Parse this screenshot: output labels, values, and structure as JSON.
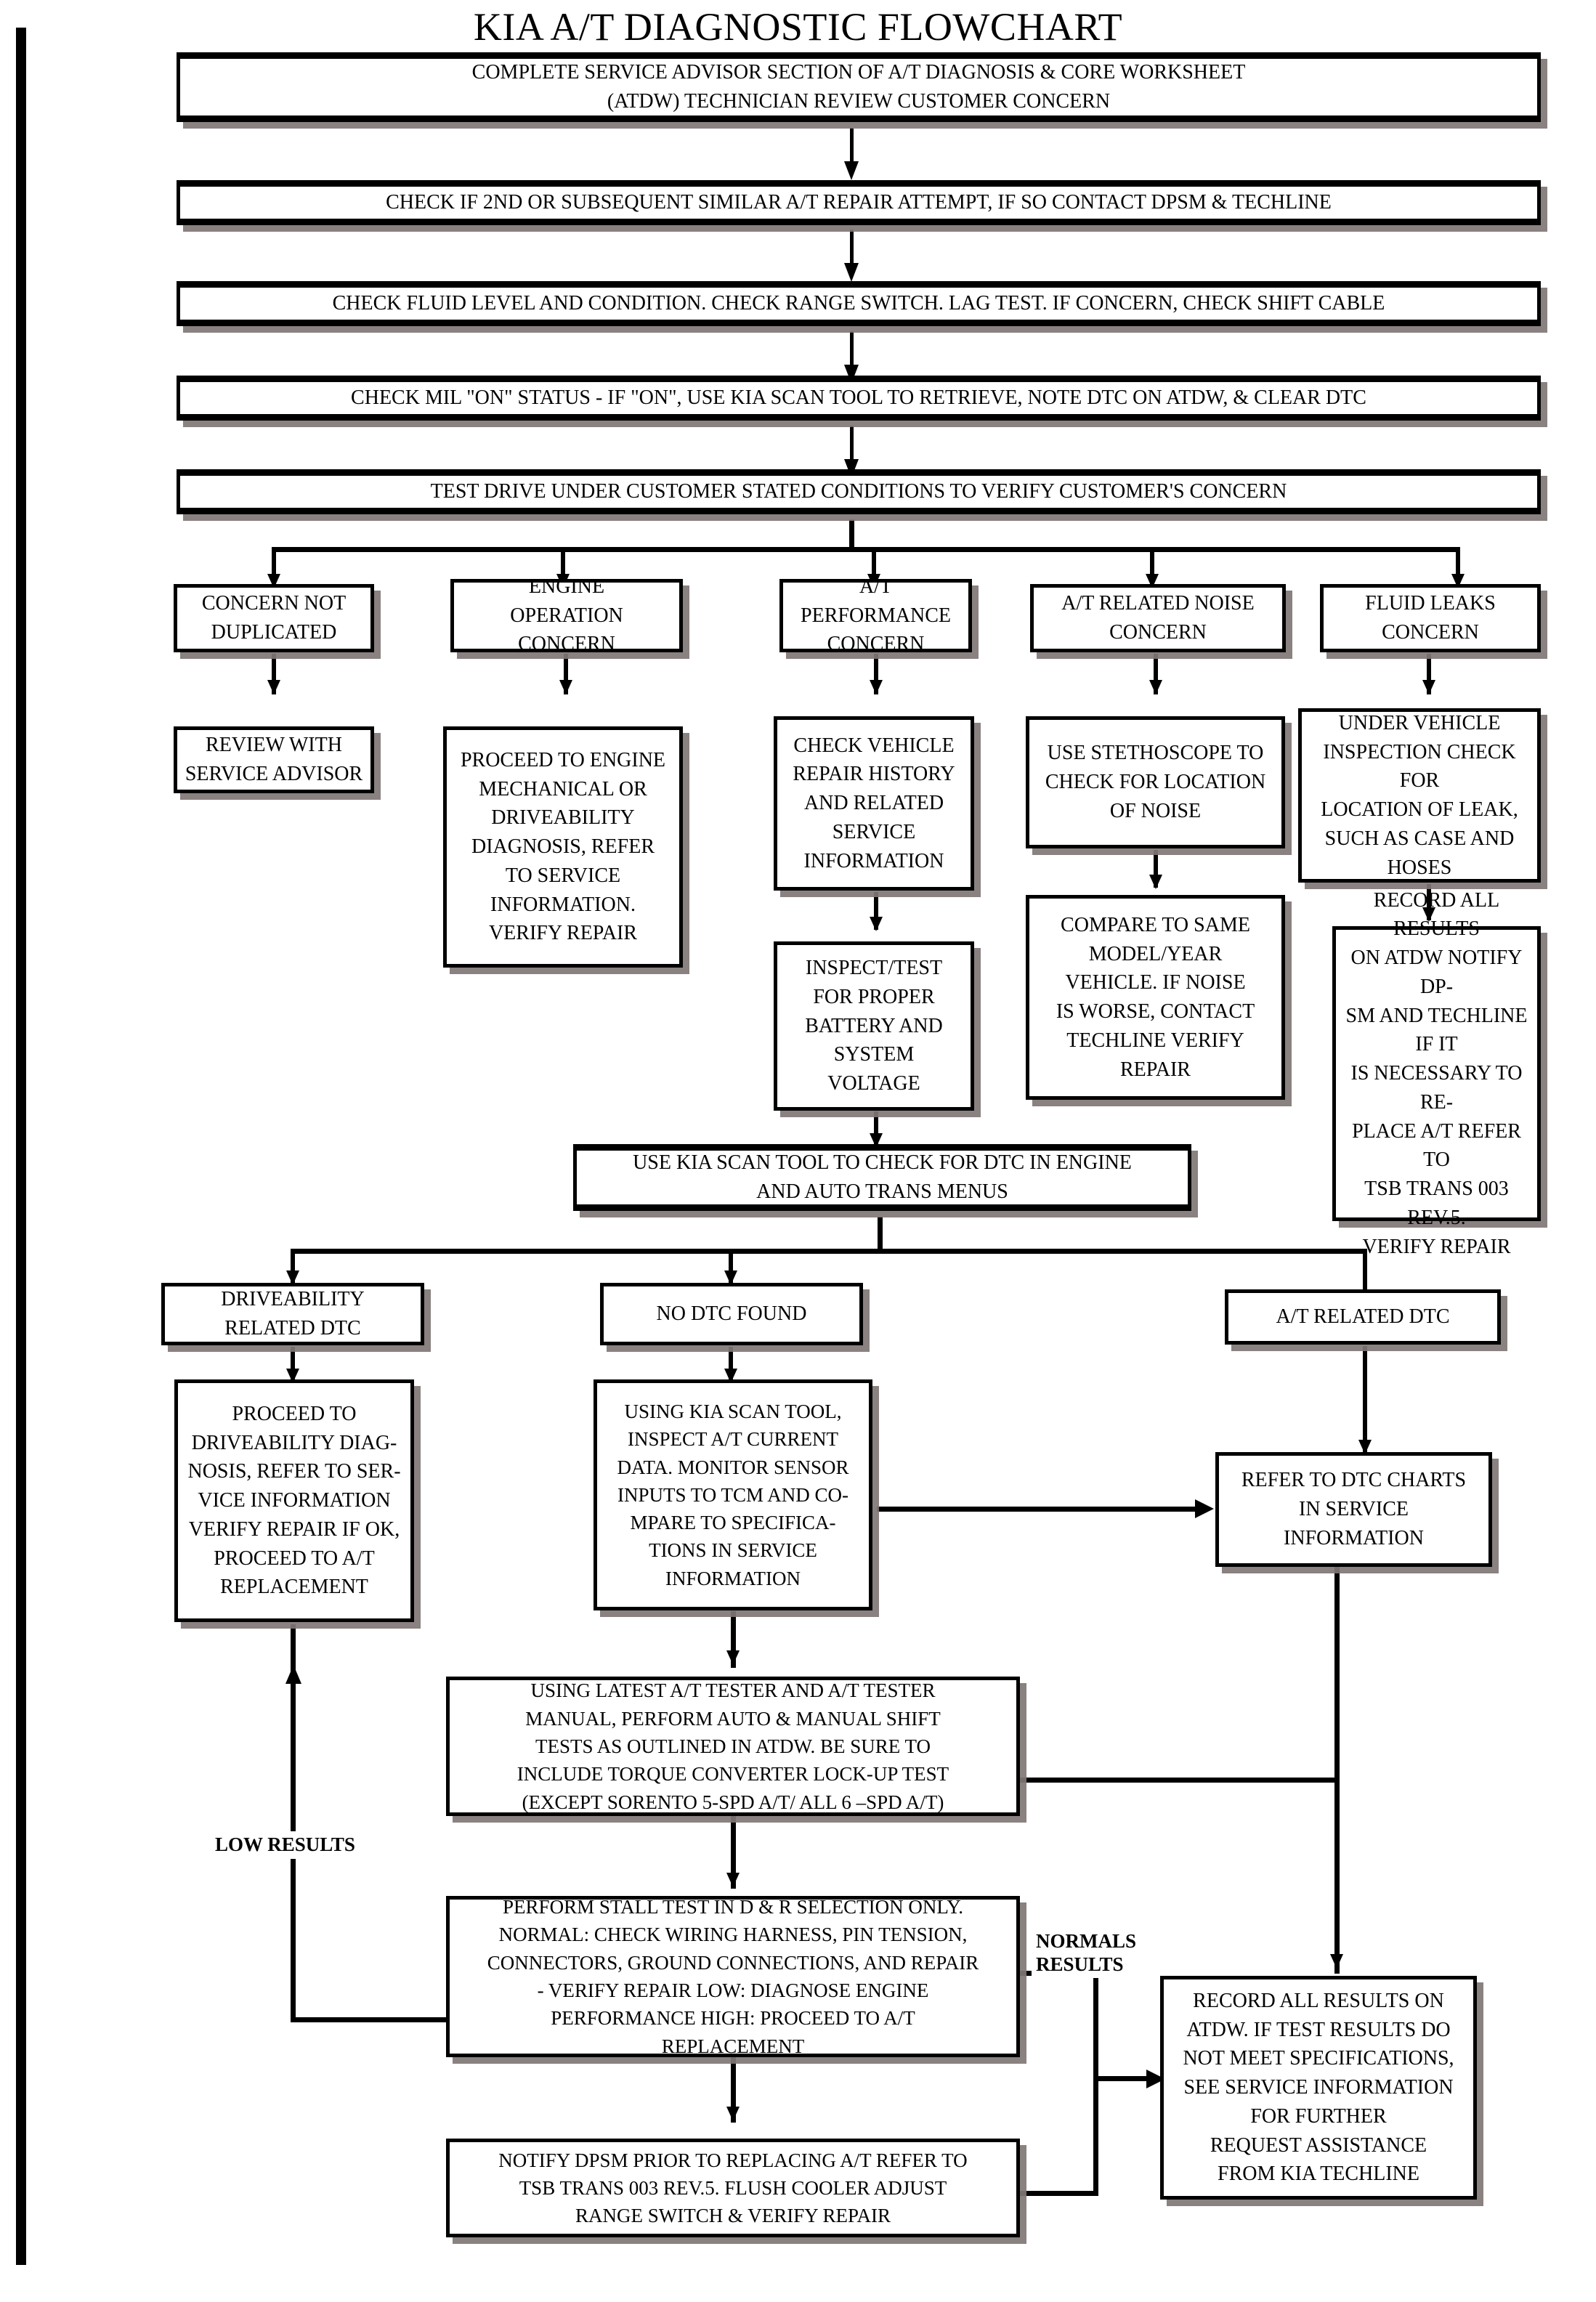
{
  "title": "KIA A/T DIAGNOSTIC FLOWCHART",
  "colors": {
    "ink": "#000000",
    "paper": "#ffffff",
    "box_shadow": "#807676"
  },
  "chart_data": {
    "type": "diagram",
    "diagram_kind": "flowchart",
    "title": "KIA A/T DIAGNOSTIC FLOWCHART",
    "nodes": [
      {
        "id": "n1",
        "label": "COMPLETE SERVICE ADVISOR SECTION OF A/T DIAGNOSIS & CORE WORKSHEET\n(ATDW) TECHNICIAN REVIEW CUSTOMER CONCERN"
      },
      {
        "id": "n2",
        "label": "CHECK IF 2ND OR SUBSEQUENT SIMILAR A/T REPAIR ATTEMPT, IF SO CONTACT DPSM & TECHLINE"
      },
      {
        "id": "n3",
        "label": "CHECK FLUID LEVEL AND CONDITION. CHECK RANGE SWITCH. LAG TEST. IF CONCERN, CHECK SHIFT CABLE"
      },
      {
        "id": "n4",
        "label": "CHECK MIL \"ON\" STATUS - IF \"ON\", USE KIA SCAN TOOL TO RETRIEVE, NOTE DTC ON ATDW, & CLEAR DTC"
      },
      {
        "id": "n5",
        "label": "TEST DRIVE UNDER CUSTOMER STATED CONDITIONS TO VERIFY CUSTOMER'S CONCERN"
      },
      {
        "id": "b1",
        "label": "CONCERN NOT\nDUPLICATED"
      },
      {
        "id": "b2",
        "label": "ENGINE\nOPERATION\nCONCERN"
      },
      {
        "id": "b3",
        "label": "A/T\nPERFORMANCE\nCONCERN"
      },
      {
        "id": "b4",
        "label": "A/T RELATED NOISE\nCONCERN"
      },
      {
        "id": "b5",
        "label": "FLUID LEAKS\nCONCERN"
      },
      {
        "id": "c1",
        "label": "REVIEW WITH\nSERVICE ADVISOR"
      },
      {
        "id": "c2",
        "label": "PROCEED TO ENGINE\nMECHANICAL OR\nDRIVEABILITY\nDIAGNOSIS, REFER\nTO SERVICE\nINFORMATION.\nVERIFY REPAIR"
      },
      {
        "id": "c3",
        "label": "CHECK VEHICLE\nREPAIR HISTORY\nAND RELATED\nSERVICE\nINFORMATION"
      },
      {
        "id": "c4",
        "label": "USE STETHOSCOPE TO\nCHECK FOR LOCATION\nOF NOISE"
      },
      {
        "id": "c5",
        "label": "UNDER VEHICLE\nINSPECTION CHECK FOR\nLOCATION OF LEAK,\nSUCH AS CASE AND\nHOSES"
      },
      {
        "id": "d3",
        "label": "INSPECT/TEST\nFOR PROPER\nBATTERY AND\nSYSTEM\nVOLTAGE"
      },
      {
        "id": "d4",
        "label": "COMPARE TO SAME\nMODEL/YEAR\nVEHICLE. IF NOISE\nIS WORSE, CONTACT\nTECHLINE VERIFY\nREPAIR"
      },
      {
        "id": "d5",
        "label": "RECORD ALL RESULTS\nON ATDW NOTIFY DP-\nSM AND TECHLINE IF IT\nIS NECESSARY TO RE-\nPLACE A/T REFER TO\nTSB TRANS 003 REV.5.\nVERIFY REPAIR"
      },
      {
        "id": "e1",
        "label": "USE KIA SCAN TOOL TO CHECK FOR DTC IN ENGINE\nAND AUTO TRANS MENUS"
      },
      {
        "id": "f1",
        "label": "DRIVEABILITY\nRELATED DTC"
      },
      {
        "id": "f2",
        "label": "NO DTC FOUND"
      },
      {
        "id": "f3",
        "label": "A/T RELATED DTC"
      },
      {
        "id": "g1",
        "label": "PROCEED TO\nDRIVEABILITY DIAG-\nNOSIS, REFER TO SER-\nVICE INFORMATION\nVERIFY REPAIR IF OK,\nPROCEED TO A/T\nREPLACEMENT"
      },
      {
        "id": "g2",
        "label": "USING KIA SCAN TOOL,\nINSPECT A/T CURRENT\nDATA. MONITOR SENSOR\nINPUTS TO TCM AND CO-\nMPARE TO SPECIFICA-\nTIONS IN SERVICE\nINFORMATION"
      },
      {
        "id": "g3",
        "label": "REFER TO DTC CHARTS\nIN SERVICE\nINFORMATION"
      },
      {
        "id": "h1",
        "label": "USING LATEST A/T TESTER AND A/T TESTER\nMANUAL, PERFORM AUTO & MANUAL SHIFT\nTESTS AS OUTLINED IN ATDW. BE SURE TO\nINCLUDE TORQUE CONVERTER LOCK-UP TEST\n(EXCEPT SORENTO 5-SPD A/T/ ALL 6 –SPD A/T)"
      },
      {
        "id": "h2",
        "label": "PERFORM STALL TEST IN D & R SELECTION ONLY.\nNORMAL: CHECK WIRING HARNESS, PIN TENSION,\nCONNECTORS, GROUND CONNECTIONS, AND REPAIR\n- VERIFY REPAIR LOW: DIAGNOSE ENGINE\nPERFORMANCE HIGH: PROCEED TO A/T\nREPLACEMENT"
      },
      {
        "id": "h3",
        "label": "NOTIFY DPSM PRIOR TO REPLACING A/T REFER TO\nTSB TRANS 003 REV.5. FLUSH COOLER ADJUST\nRANGE SWITCH & VERIFY REPAIR"
      },
      {
        "id": "h4",
        "label": "RECORD ALL RESULTS ON\nATDW. IF TEST RESULTS DO\nNOT MEET SPECIFICATIONS,\nSEE SERVICE INFORMATION\nFOR FURTHER\nREQUEST ASSISTANCE\nFROM KIA TECHLINE"
      }
    ],
    "edge_labels": [
      {
        "id": "lbl_low",
        "text": "LOW RESULTS"
      },
      {
        "id": "lbl_normal",
        "text": "NORMALS\nRESULTS"
      }
    ],
    "edges": [
      {
        "from": "n1",
        "to": "n2"
      },
      {
        "from": "n2",
        "to": "n3"
      },
      {
        "from": "n3",
        "to": "n4"
      },
      {
        "from": "n4",
        "to": "n5"
      },
      {
        "from": "n5",
        "to": "b1"
      },
      {
        "from": "n5",
        "to": "b2"
      },
      {
        "from": "n5",
        "to": "b3"
      },
      {
        "from": "n5",
        "to": "b4"
      },
      {
        "from": "n5",
        "to": "b5"
      },
      {
        "from": "b1",
        "to": "c1"
      },
      {
        "from": "b2",
        "to": "c2"
      },
      {
        "from": "b3",
        "to": "c3"
      },
      {
        "from": "b4",
        "to": "c4"
      },
      {
        "from": "b5",
        "to": "c5"
      },
      {
        "from": "c3",
        "to": "d3"
      },
      {
        "from": "c4",
        "to": "d4"
      },
      {
        "from": "c5",
        "to": "d5"
      },
      {
        "from": "d3",
        "to": "e1"
      },
      {
        "from": "e1",
        "to": "f1"
      },
      {
        "from": "e1",
        "to": "f2"
      },
      {
        "from": "e1",
        "to": "f3"
      },
      {
        "from": "f1",
        "to": "g1"
      },
      {
        "from": "f2",
        "to": "g2"
      },
      {
        "from": "f3",
        "to": "g3"
      },
      {
        "from": "g2",
        "to": "g3"
      },
      {
        "from": "g2",
        "to": "h1"
      },
      {
        "from": "h1",
        "to": "h2"
      },
      {
        "from": "h2",
        "to": "h3"
      },
      {
        "from": "h2",
        "to": "g1",
        "label": "LOW RESULTS"
      },
      {
        "from": "h1",
        "to": "h4"
      },
      {
        "from": "h3",
        "to": "h4",
        "label": "NORMALS RESULTS"
      },
      {
        "from": "g3",
        "to": "h4"
      }
    ]
  }
}
